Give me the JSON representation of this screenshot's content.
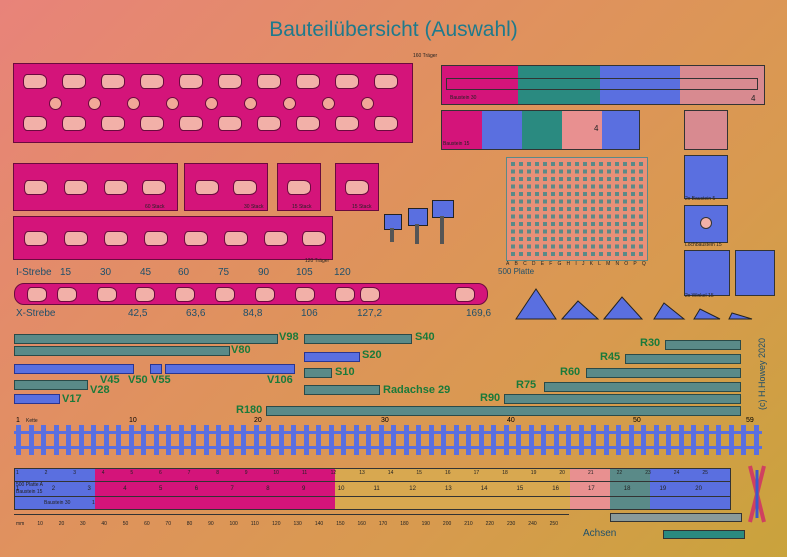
{
  "page": {
    "title": "Bauteilübersicht (Auswahl)",
    "copyright": "(c) H.Howey 2020"
  },
  "beams": {
    "traeger_160": "160 Träger",
    "traeger_120": "120 Träger",
    "stack_60": "60 Stack",
    "stack_30": "30 Stack",
    "stack_15a": "15 Stack",
    "stack_15b": "15 Stack"
  },
  "bausteine": {
    "b30": "Baustein 30",
    "b15": "Baustein 15",
    "bs_count": "2x Baustein 5",
    "loch": "Lochbaustein 15",
    "winkel": "2x Winkel 15",
    "num4a": "4",
    "num4b": "4"
  },
  "plate": {
    "label": "500 Platte",
    "letters": [
      "A",
      "B",
      "C",
      "D",
      "E",
      "F",
      "G",
      "H",
      "I",
      "J",
      "K",
      "L",
      "M",
      "N",
      "O",
      "P",
      "Q"
    ]
  },
  "struts": {
    "i_strebe": "I-Strebe",
    "x_strebe": "X-Strebe",
    "top_numbers": [
      "15",
      "30",
      "45",
      "60",
      "75",
      "90",
      "105",
      "120"
    ],
    "bottom_numbers": [
      "42,5",
      "63,6",
      "84,8",
      "106",
      "127,2",
      "169,6"
    ]
  },
  "axles": {
    "v98": "V98",
    "v80": "V80",
    "v45": "V45",
    "v50": "V50",
    "v55": "V55",
    "v106": "V106",
    "v28": "V28",
    "v17": "V17",
    "s40": "S40",
    "s20": "S20",
    "s10": "S10",
    "radachse": "Radachse 29",
    "r30": "R30",
    "r45": "R45",
    "r60": "R60",
    "r75": "R75",
    "r90": "R90",
    "r180": "R180",
    "achsen": "Achsen"
  },
  "track": {
    "label": "Kette",
    "numbers": [
      "1",
      "10",
      "20",
      "30",
      "40",
      "50",
      "59"
    ]
  },
  "rulers": {
    "ruler_top": [
      "1",
      "2",
      "3",
      "4",
      "5",
      "6",
      "7",
      "8",
      "9",
      "10",
      "11",
      "12",
      "13",
      "14",
      "15",
      "16",
      "17",
      "18",
      "19",
      "20",
      "21",
      "22",
      "23",
      "24",
      "25"
    ],
    "ruler_mid": [
      "1",
      "2",
      "3",
      "4",
      "5",
      "6",
      "7",
      "8",
      "9",
      "10",
      "11",
      "12",
      "13",
      "14",
      "15",
      "16",
      "17",
      "18",
      "19",
      "20"
    ],
    "ruler_bottom": [
      "mm",
      "10",
      "20",
      "30",
      "40",
      "50",
      "60",
      "70",
      "80",
      "90",
      "100",
      "110",
      "120",
      "130",
      "140",
      "150",
      "160",
      "170",
      "180",
      "190",
      "200",
      "210",
      "220",
      "230",
      "240",
      "250"
    ],
    "b30_label": "Baustein 30",
    "b30_num": "1",
    "platte_label": "500 Platte A",
    "platte_label2": "Baustein 15"
  }
}
